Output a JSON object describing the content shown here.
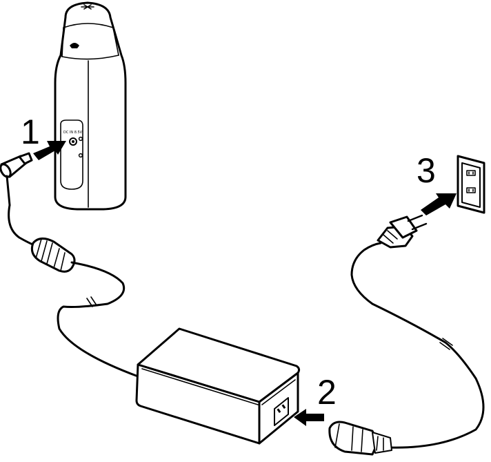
{
  "steps": {
    "one": "1",
    "two": "2",
    "three": "3"
  },
  "device": {
    "dc_label": "DC IN 8.5V"
  }
}
